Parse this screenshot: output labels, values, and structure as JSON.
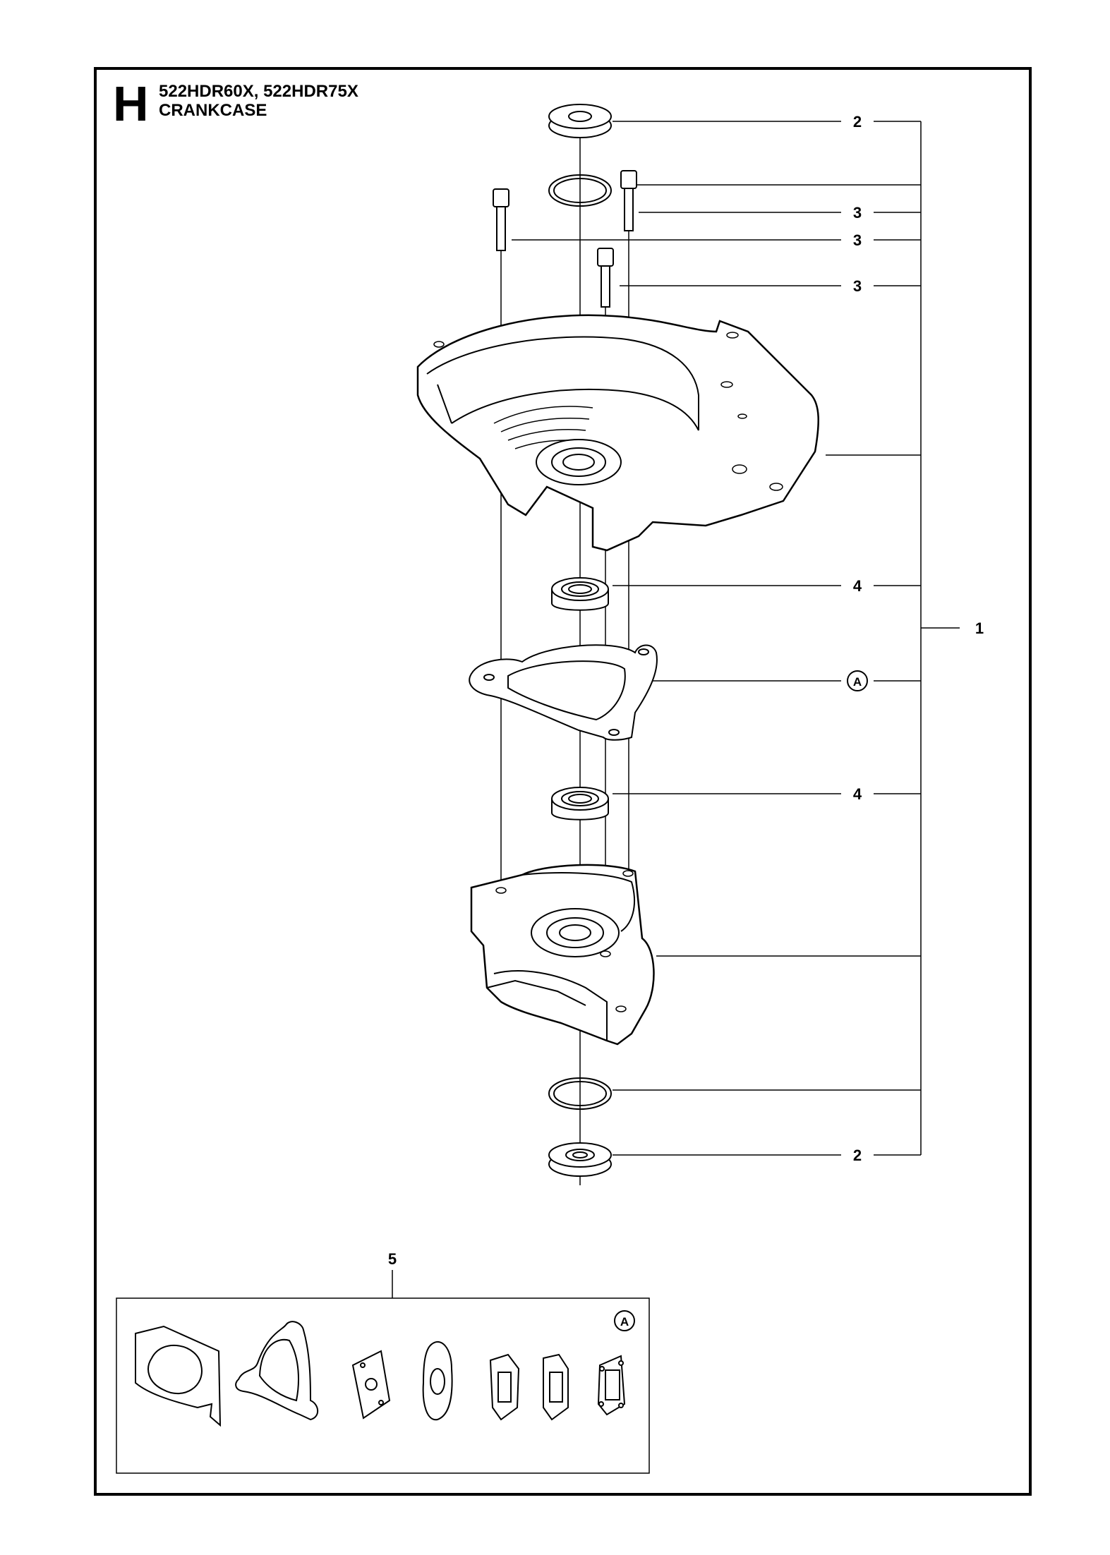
{
  "header": {
    "section_letter": "H",
    "models": "522HDR60X, 522HDR75X",
    "title": "CRANKCASE"
  },
  "callouts": {
    "assembly": "1",
    "seal": "2",
    "screw": "3",
    "bearing": "4",
    "gasket_kit": "5",
    "ref_a": "A"
  }
}
